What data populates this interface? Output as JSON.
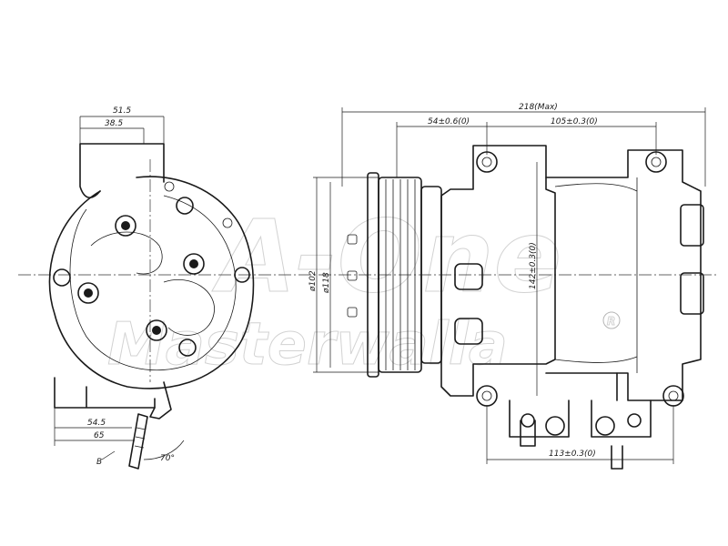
{
  "watermark": {
    "brand_line1": "A-One",
    "brand_line2": "Masterwalla",
    "registered_mark": "R"
  },
  "dimensions": {
    "left_view": {
      "width_top": "51.5",
      "width_inner": "38.5",
      "bottom_1": "54.5",
      "bottom_2": "65",
      "angle": "70°",
      "view_label": "B"
    },
    "right_view": {
      "overall_length": "218(Max)",
      "pulley_offset": "54±0.6(0)",
      "mount_span_top": "105±0.3(0)",
      "pulley_dia_1": "ø102",
      "pulley_dia_2": "ø118",
      "mount_height": "142±0.3(0)",
      "mount_span_bottom": "113±0.3(0)"
    }
  }
}
